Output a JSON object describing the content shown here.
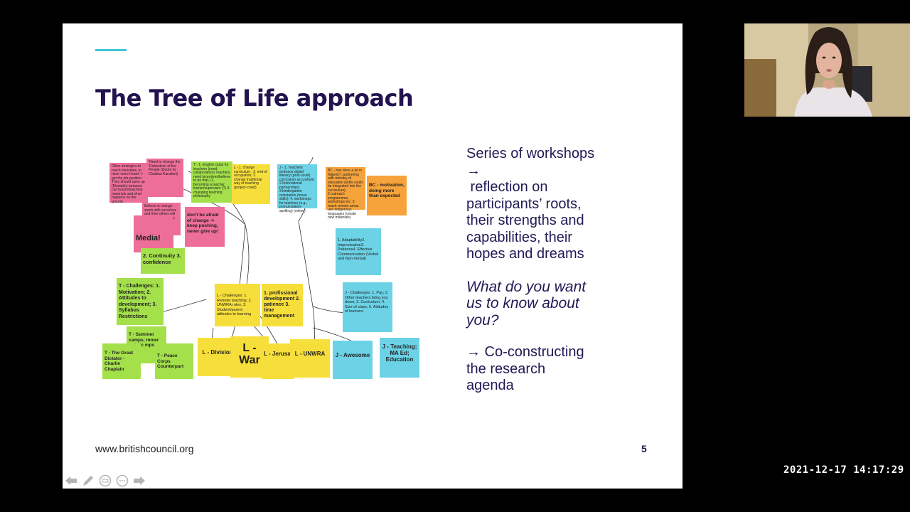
{
  "slide": {
    "title": "The Tree of Life approach",
    "footer_url": "www.britishcouncil.org",
    "page_number": "5",
    "right_text": {
      "line1": "Series of workshops",
      "arrow1": "→",
      "line2": " reflection on",
      "line3": "participants’ roots,",
      "line4": "their strengths and",
      "line5": "capabilities, their",
      "line6": "hopes and dreams",
      "q1": "What do you want",
      "q2": "us to know about",
      "q3": "you?",
      "c1": "→ Co-constructing",
      "c2": "the research",
      "c3": "agenda"
    },
    "notes": {
      "n1": "Other strategies to reach ministries, to have voice heard -> get the job position. They should open up (Montalto) between curriculum/teaching materials and what happens on the ground.",
      "n2": "'Need to change the 'Defenders' of the People (Quote by Chadiaa Kanafani)",
      "n3": "T - 1. English clubs for teachers (need collaboration) Teachers need incentives/believe to do that.) 2. becoming a teacher trainer/supervisor (?) 3. changing teaching philosophy",
      "n4": "L - 1. change curriculum ; 2. end of occupation; 3. change traditional way of teaching (project-covid)",
      "n5": "J - 1. Teachers embrace digital literacy (post-covid) curriculum as a whole; 2.International partnerships; 3.kindergarten orientation (move skills); 4. workshops for teachers (e.g., pronunciation-spelling) (online)",
      "n6": "BC - has done a lot in Nigeria?, partnering with ministry of education (skills could be integrated into the curriculum); 2.outreach programmes, workshops etc. 3. reach remote areas - use indigenous languages (create new materials)",
      "n7": "BC - motivation, doing more than expected",
      "n8": "Believe in change starts with ourselves and then others will change too (seeing your own results)",
      "n9": "don't be afraid of change -> keep pushing, never give up!",
      "n10": "Media!",
      "n11": "2. Continuity 3. confidence",
      "n12": "1. Adaptability2. Improvisation3. Patience4. Effective Communication (Verbal and Non-Verbal)",
      "n13": "T - Challenges: 1. Motivation; 2. Attitudes to development; 3. Syllabus Restrictions",
      "n14": "L - Challenges: 1. Remote teaching; 2. UNWRA rules; 3. Student/parent attitudes to learning",
      "n15": "1. profissional development 2. patience 3. time management",
      "n16": "J - Challenges: 1. Pay; 2. Other teachers bring you down; 3. Curriculum; 4. Size of class; 5. Attitudes of learners",
      "n17": "T - Summer camps; mmer guistic mps",
      "n18": "T - The Great Dictator - Charlie Chaplain",
      "n19": "T - Peace Corps Counterpart",
      "n20": "L - Division",
      "n21": "L - War",
      "n22": "L - Jerusal",
      "n23": "L - UNWRA",
      "n24": "J - Awesome",
      "n25": "J - Teaching; MA Ed; Education"
    }
  },
  "timestamp": "2021-12-17  14:17:29",
  "controls": {
    "prev": "previous-slide",
    "pen": "pen",
    "subtitles": "subtitles",
    "more": "more-options",
    "next": "next-slide"
  },
  "colors": {
    "title": "#23134f",
    "accent": "#3ec6d6",
    "pink": "#ee6e9a",
    "green": "#a3e04a",
    "yellow": "#f7df3b",
    "blue": "#6cd2e6",
    "orange": "#f6a33b"
  }
}
